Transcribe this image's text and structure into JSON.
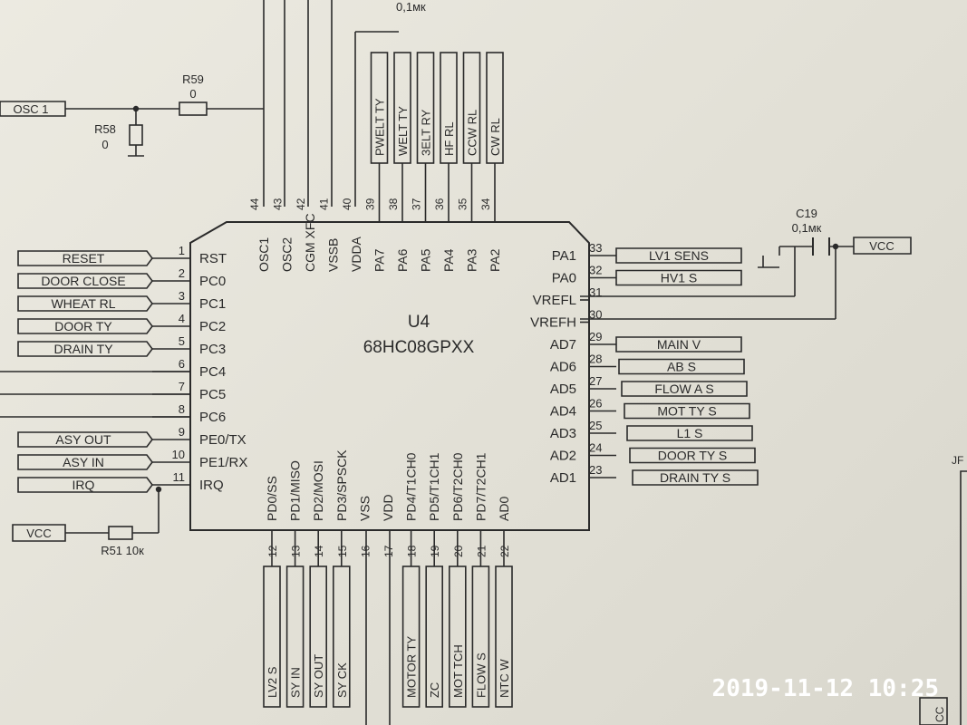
{
  "chip": {
    "ref": "U4",
    "part": "68HC08GPXX"
  },
  "left_pins": [
    {
      "num": "1",
      "name": "RST",
      "net": "RESET"
    },
    {
      "num": "2",
      "name": "PC0",
      "net": "DOOR CLOSE"
    },
    {
      "num": "3",
      "name": "PC1",
      "net": "WHEAT RL"
    },
    {
      "num": "4",
      "name": "PC2",
      "net": "DOOR TY"
    },
    {
      "num": "5",
      "name": "PC3",
      "net": "DRAIN TY"
    },
    {
      "num": "6",
      "name": "PC4",
      "net": ""
    },
    {
      "num": "7",
      "name": "PC5",
      "net": ""
    },
    {
      "num": "8",
      "name": "PC6",
      "net": ""
    },
    {
      "num": "9",
      "name": "PE0/TX",
      "net": "ASY OUT"
    },
    {
      "num": "10",
      "name": "PE1/RX",
      "net": "ASY IN"
    },
    {
      "num": "11",
      "name": "IRQ",
      "net": "IRQ"
    }
  ],
  "right_pins": [
    {
      "num": "33",
      "name": "PA1",
      "net": "LV1 SENS"
    },
    {
      "num": "32",
      "name": "PA0",
      "net": "HV1 S"
    },
    {
      "num": "31",
      "name": "VREFL",
      "net": ""
    },
    {
      "num": "30",
      "name": "VREFH",
      "net": ""
    },
    {
      "num": "29",
      "name": "AD7",
      "net": "MAIN V"
    },
    {
      "num": "28",
      "name": "AD6",
      "net": "AB S"
    },
    {
      "num": "27",
      "name": "AD5",
      "net": "FLOW A S"
    },
    {
      "num": "26",
      "name": "AD4",
      "net": "MOT TY S"
    },
    {
      "num": "25",
      "name": "AD3",
      "net": "L1 S"
    },
    {
      "num": "24",
      "name": "AD2",
      "net": "DOOR TY S"
    },
    {
      "num": "23",
      "name": "AD1",
      "net": "DRAIN TY S"
    }
  ],
  "top_pins": [
    {
      "num": "44",
      "name": "OSC1",
      "net": ""
    },
    {
      "num": "43",
      "name": "OSC2",
      "net": ""
    },
    {
      "num": "42",
      "name": "CGM XFC",
      "net": ""
    },
    {
      "num": "41",
      "name": "VSSB",
      "net": ""
    },
    {
      "num": "40",
      "name": "VDDA",
      "net": ""
    },
    {
      "num": "39",
      "name": "PA7",
      "net": "PWELT TY"
    },
    {
      "num": "38",
      "name": "PA6",
      "net": "WELT TY"
    },
    {
      "num": "37",
      "name": "PA5",
      "net": "3ELT RY"
    },
    {
      "num": "36",
      "name": "PA4",
      "net": "HF RL"
    },
    {
      "num": "35",
      "name": "PA3",
      "net": "CCW RL"
    },
    {
      "num": "34",
      "name": "PA2",
      "net": "CW RL"
    }
  ],
  "bottom_pins": [
    {
      "num": "12",
      "name": "PD0/SS",
      "net": "LV2 S"
    },
    {
      "num": "13",
      "name": "PD1/MISO",
      "net": "SY IN"
    },
    {
      "num": "14",
      "name": "PD2/MOSI",
      "net": "SY OUT"
    },
    {
      "num": "15",
      "name": "PD3/SPSCK",
      "net": "SY CK"
    },
    {
      "num": "16",
      "name": "VSS",
      "net": ""
    },
    {
      "num": "17",
      "name": "VDD",
      "net": ""
    },
    {
      "num": "18",
      "name": "PD4/T1CH0",
      "net": "MOTOR TY"
    },
    {
      "num": "19",
      "name": "PD5/T1CH1",
      "net": "ZC"
    },
    {
      "num": "20",
      "name": "PD6/T2CH0",
      "net": "MOT TCH"
    },
    {
      "num": "21",
      "name": "PD7/T2CH1",
      "net": "FLOW S"
    },
    {
      "num": "22",
      "name": "AD0",
      "net": "NTC W"
    }
  ],
  "components": {
    "r59": {
      "ref": "R59",
      "value": "0"
    },
    "r58": {
      "ref": "R58",
      "value": "0"
    },
    "r51": {
      "ref": "R51 10к"
    },
    "c19": {
      "ref": "C19",
      "value": "0,1мк"
    },
    "cap_top_value": "0,1мк",
    "osc_net": "OSC 1",
    "vcc_left": "VCC",
    "vcc_right": "VCC",
    "jp_partial": "JF",
    "cc_partial": "CC"
  },
  "timestamp": "2019-11-12  10:25"
}
